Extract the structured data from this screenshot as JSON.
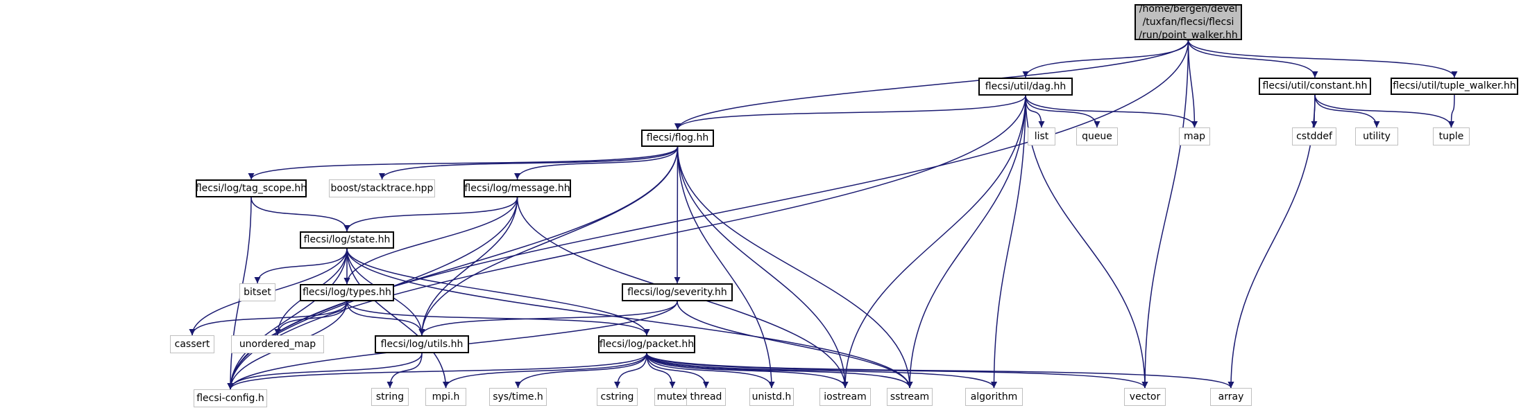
{
  "diagram": {
    "root": {
      "id": "root",
      "lines": [
        "/home/bergen/devel",
        "/tuxfan/flecsi/flecsi",
        "/run/point_walker.hh"
      ]
    },
    "nodes": {
      "root": {
        "label": "",
        "kind": "root"
      },
      "config": {
        "label": "flecsi-config.h",
        "kind": "sys"
      },
      "flog": {
        "label": "flecsi/flog.hh",
        "kind": "doc"
      },
      "dag": {
        "label": "flecsi/util/dag.hh",
        "kind": "doc"
      },
      "map": {
        "label": "map",
        "kind": "sys"
      },
      "vector": {
        "label": "vector",
        "kind": "sys"
      },
      "constant": {
        "label": "flecsi/util/constant.hh",
        "kind": "doc"
      },
      "tuple_walker": {
        "label": "flecsi/util/tuple_walker.hh",
        "kind": "doc"
      },
      "list": {
        "label": "list",
        "kind": "sys"
      },
      "queue": {
        "label": "queue",
        "kind": "sys"
      },
      "cstddef": {
        "label": "cstddef",
        "kind": "sys"
      },
      "utility": {
        "label": "utility",
        "kind": "sys"
      },
      "tuple": {
        "label": "tuple",
        "kind": "sys"
      },
      "tag_scope": {
        "label": "flecsi/log/tag_scope.hh",
        "kind": "doc"
      },
      "stacktrace": {
        "label": "boost/stacktrace.hpp",
        "kind": "sys"
      },
      "message": {
        "label": "flecsi/log/message.hh",
        "kind": "doc"
      },
      "state": {
        "label": "flecsi/log/state.hh",
        "kind": "doc"
      },
      "severity": {
        "label": "flecsi/log/severity.hh",
        "kind": "doc"
      },
      "bitset": {
        "label": "bitset",
        "kind": "sys"
      },
      "types": {
        "label": "flecsi/log/types.hh",
        "kind": "doc"
      },
      "cassert": {
        "label": "cassert",
        "kind": "sys"
      },
      "unordered_map": {
        "label": "unordered_map",
        "kind": "sys"
      },
      "utils": {
        "label": "flecsi/log/utils.hh",
        "kind": "doc"
      },
      "packet": {
        "label": "flecsi/log/packet.hh",
        "kind": "doc"
      },
      "string": {
        "label": "string",
        "kind": "sys"
      },
      "mpi": {
        "label": "mpi.h",
        "kind": "sys"
      },
      "systime": {
        "label": "sys/time.h",
        "kind": "sys"
      },
      "cstring": {
        "label": "cstring",
        "kind": "sys"
      },
      "mutex": {
        "label": "mutex",
        "kind": "sys"
      },
      "thread": {
        "label": "thread",
        "kind": "sys"
      },
      "unistd": {
        "label": "unistd.h",
        "kind": "sys"
      },
      "iostream": {
        "label": "iostream",
        "kind": "sys"
      },
      "sstream": {
        "label": "sstream",
        "kind": "sys"
      },
      "algorithm": {
        "label": "algorithm",
        "kind": "sys"
      },
      "array": {
        "label": "array",
        "kind": "sys"
      }
    },
    "edges": [
      [
        "root",
        "config"
      ],
      [
        "root",
        "flog"
      ],
      [
        "root",
        "dag"
      ],
      [
        "root",
        "map"
      ],
      [
        "root",
        "vector"
      ],
      [
        "root",
        "constant"
      ],
      [
        "root",
        "tuple_walker"
      ],
      [
        "dag",
        "flog"
      ],
      [
        "dag",
        "list"
      ],
      [
        "dag",
        "queue"
      ],
      [
        "dag",
        "map"
      ],
      [
        "dag",
        "vector"
      ],
      [
        "dag",
        "iostream"
      ],
      [
        "dag",
        "sstream"
      ],
      [
        "dag",
        "algorithm"
      ],
      [
        "dag",
        "config"
      ],
      [
        "constant",
        "cstddef"
      ],
      [
        "constant",
        "utility"
      ],
      [
        "constant",
        "tuple"
      ],
      [
        "constant",
        "array"
      ],
      [
        "tuple_walker",
        "tuple"
      ],
      [
        "flog",
        "config"
      ],
      [
        "flog",
        "tag_scope"
      ],
      [
        "flog",
        "stacktrace"
      ],
      [
        "flog",
        "message"
      ],
      [
        "flog",
        "severity"
      ],
      [
        "flog",
        "utils"
      ],
      [
        "flog",
        "unistd"
      ],
      [
        "flog",
        "iostream"
      ],
      [
        "flog",
        "sstream"
      ],
      [
        "tag_scope",
        "state"
      ],
      [
        "tag_scope",
        "config"
      ],
      [
        "message",
        "state"
      ],
      [
        "message",
        "types"
      ],
      [
        "message",
        "utils"
      ],
      [
        "message",
        "config"
      ],
      [
        "message",
        "iostream"
      ],
      [
        "state",
        "bitset"
      ],
      [
        "state",
        "types"
      ],
      [
        "state",
        "cassert"
      ],
      [
        "state",
        "unordered_map"
      ],
      [
        "state",
        "utils"
      ],
      [
        "state",
        "packet"
      ],
      [
        "state",
        "config"
      ],
      [
        "state",
        "mpi"
      ],
      [
        "state",
        "sstream"
      ],
      [
        "types",
        "cassert"
      ],
      [
        "types",
        "unordered_map"
      ],
      [
        "types",
        "utils"
      ],
      [
        "types",
        "packet"
      ],
      [
        "types",
        "config"
      ],
      [
        "severity",
        "utils"
      ],
      [
        "severity",
        "config"
      ],
      [
        "severity",
        "sstream"
      ],
      [
        "utils",
        "string"
      ],
      [
        "utils",
        "config"
      ],
      [
        "packet",
        "config"
      ],
      [
        "packet",
        "mpi"
      ],
      [
        "packet",
        "systime"
      ],
      [
        "packet",
        "cstring"
      ],
      [
        "packet",
        "mutex"
      ],
      [
        "packet",
        "thread"
      ],
      [
        "packet",
        "unistd"
      ],
      [
        "packet",
        "iostream"
      ],
      [
        "packet",
        "sstream"
      ],
      [
        "packet",
        "algorithm"
      ],
      [
        "packet",
        "vector"
      ],
      [
        "packet",
        "array"
      ]
    ]
  }
}
